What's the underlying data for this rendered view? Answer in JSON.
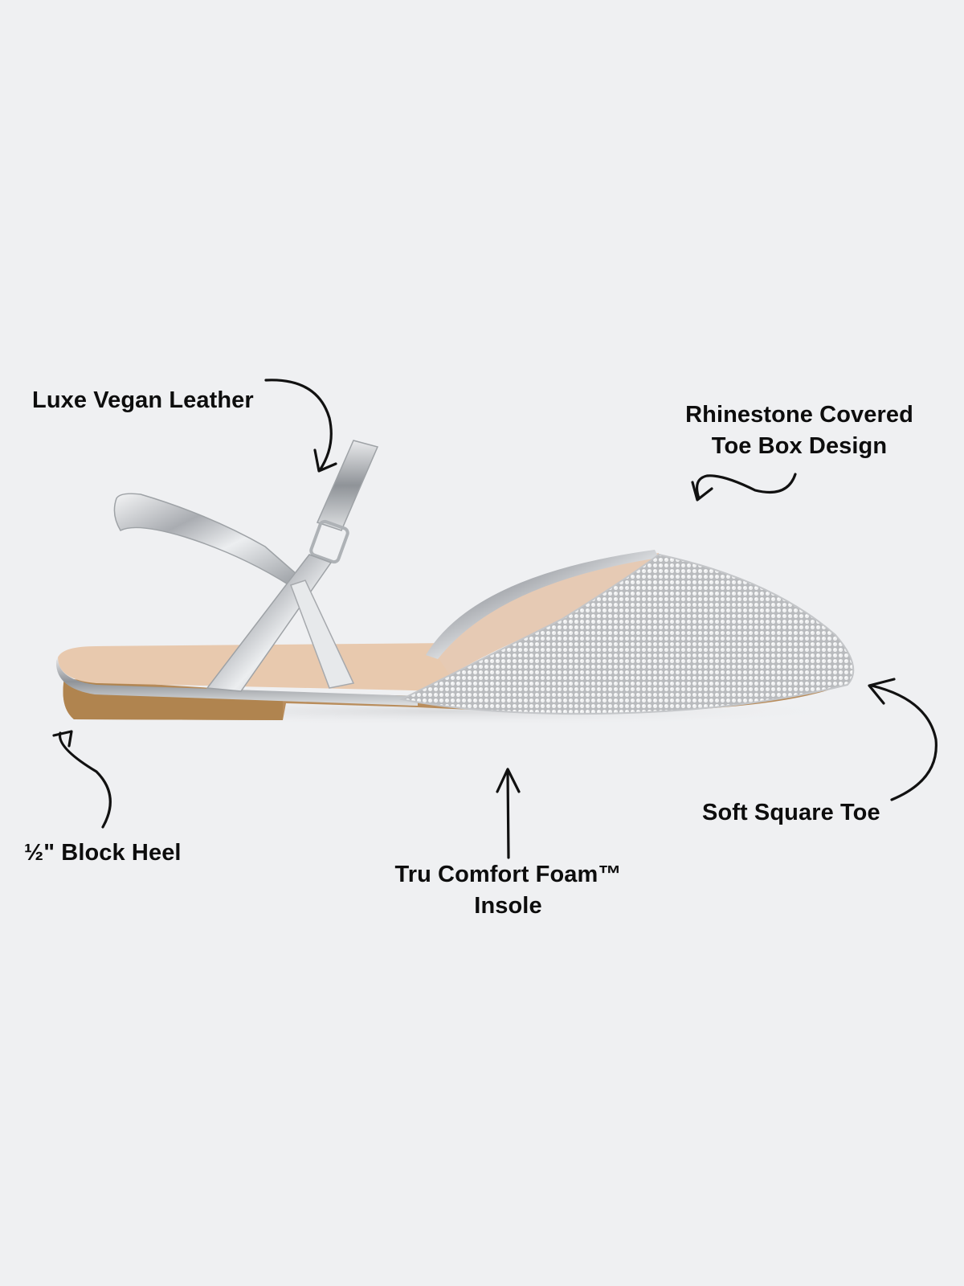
{
  "product": {
    "type": "slingback flat",
    "colors": {
      "background": "#eff0f2",
      "text": "#0d0d0d",
      "metallic": "#c9cbcf",
      "footbed": "#e8c9ae",
      "outsole": "#b98d5c",
      "rhinestone": "#d6d7d8"
    }
  },
  "callouts": [
    {
      "id": "leather",
      "lines": [
        "Luxe Vegan Leather"
      ]
    },
    {
      "id": "rhinestone",
      "lines": [
        "Rhinestone Covered",
        "Toe Box Design"
      ]
    },
    {
      "id": "heel",
      "lines": [
        "½\" Block Heel"
      ]
    },
    {
      "id": "insole",
      "lines": [
        "Tru Comfort Foam™",
        "Insole"
      ]
    },
    {
      "id": "toe",
      "lines": [
        "Soft Square Toe"
      ]
    }
  ]
}
